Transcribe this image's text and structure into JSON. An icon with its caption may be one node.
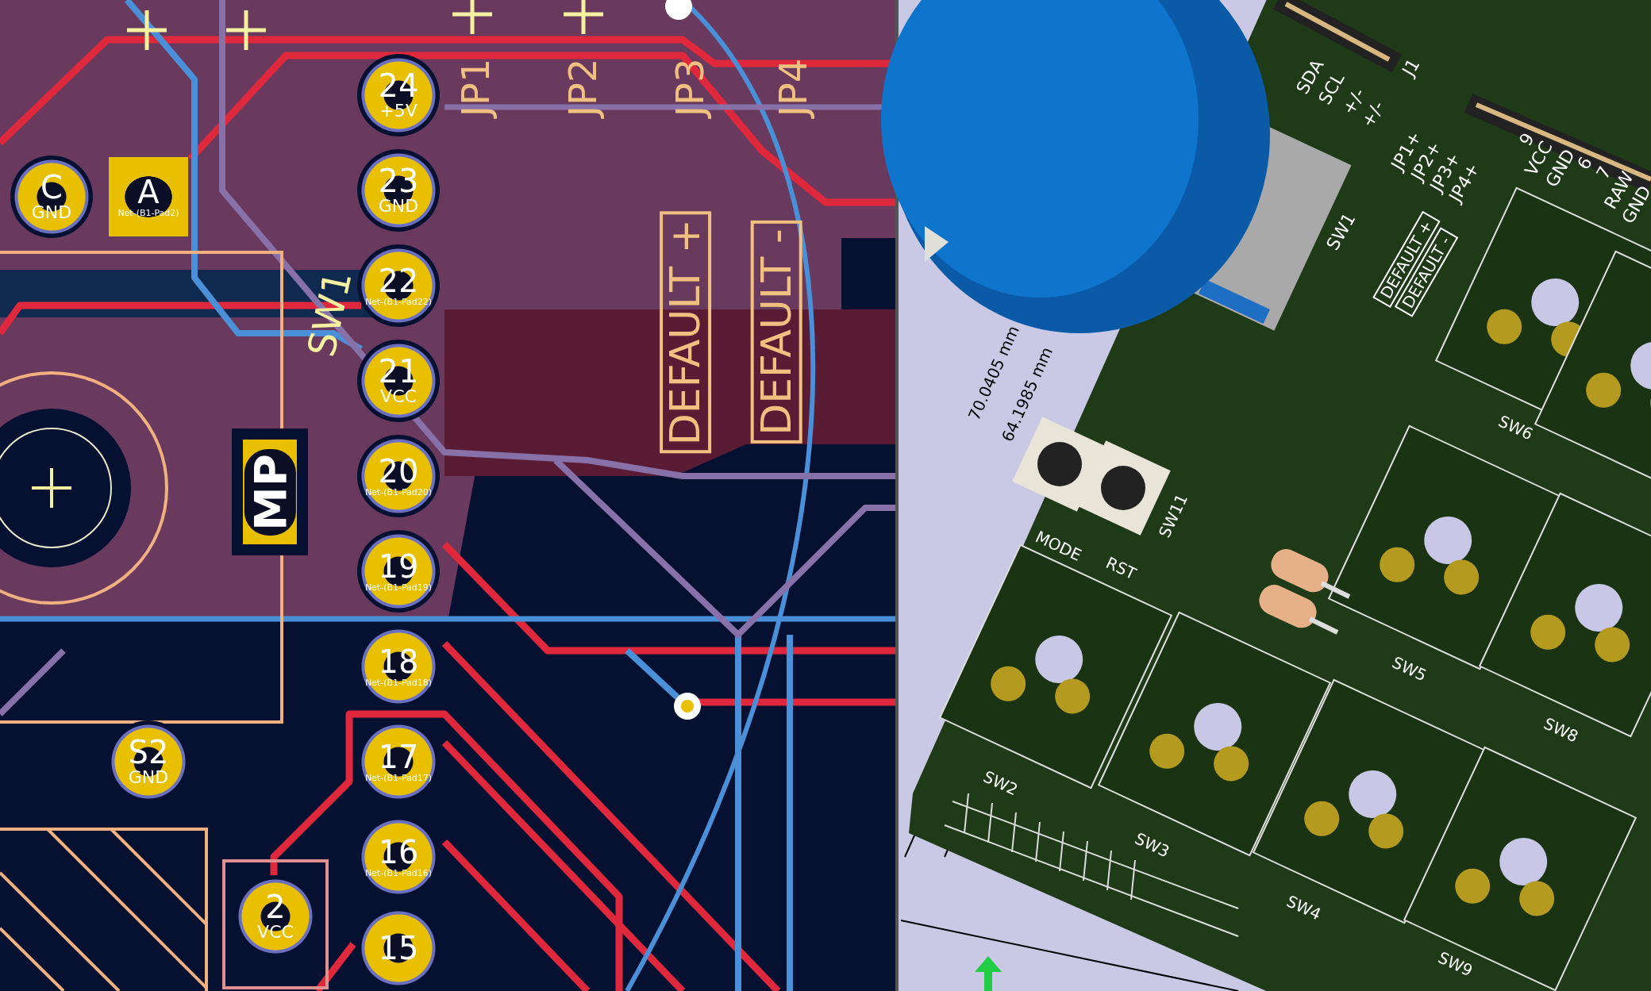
{
  "diagram": {
    "nodes": [
      {
        "text": [
          "24",
          "+5V"
        ]
      },
      {
        "text": [
          "C",
          "GND"
        ]
      },
      {
        "text": [
          "A",
          "Net-(B1-Pad2)"
        ]
      },
      {
        "text": [
          "23",
          "GND"
        ]
      },
      {
        "text": [
          "22",
          "Net-(B1-Pad22)"
        ]
      },
      {
        "text": [
          "21",
          "VCC"
        ]
      },
      {
        "text": [
          "MP"
        ]
      },
      {
        "text": [
          "20",
          "Net-(B1-Pad20)"
        ]
      },
      {
        "text": [
          "19",
          "Net-(B1-Pad19)"
        ]
      },
      {
        "text": [
          "18",
          "Net-(B1-Pad18)"
        ]
      },
      {
        "text": [
          "S2",
          "GND"
        ]
      },
      {
        "text": [
          "17",
          "Net-(B1-Pad17)"
        ]
      },
      {
        "text": [
          "16",
          "Net-(B1-Pad16)"
        ]
      },
      {
        "text": [
          "2",
          "VCC"
        ]
      },
      {
        "text": [
          "15"
        ]
      }
    ],
    "labels": [
      "JP1",
      "JP2",
      "JP3",
      "JP4",
      "SW1",
      "DEFAULT +",
      "DEFAULT -",
      "SDA",
      "SCL",
      "+/-",
      "+/-",
      "J1",
      "JP1+",
      "JP2+",
      "JP3+",
      "JP4+",
      "SW1",
      "9",
      "VCC",
      "GND",
      "6",
      "7",
      "RAW",
      "GND",
      "DEFAULT +",
      "DEFAULT -",
      "70.0405 mm",
      "64.1985 mm",
      "MODE",
      "RST",
      "SW11",
      "SW6",
      "SW5",
      "SW8",
      "SW2",
      "SW3",
      "SW4",
      "SW9"
    ]
  }
}
